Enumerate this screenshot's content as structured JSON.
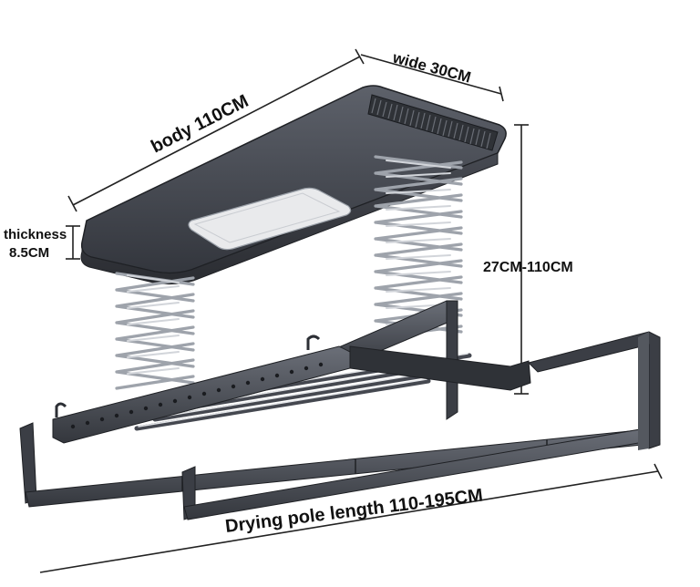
{
  "labels": {
    "body": "body 110CM",
    "wide": "wide 30CM",
    "thickness_line1": "thickness",
    "thickness_line2": "8.5CM",
    "height": "27CM-110CM",
    "pole": "Drying pole length 110-195CM"
  },
  "colors": {
    "frame": "#3c3f46",
    "frame_dark": "#2a2d33",
    "frame_light": "#5b5f68",
    "lamp": "#e9eaec",
    "scissor": "#b8bcc3"
  }
}
